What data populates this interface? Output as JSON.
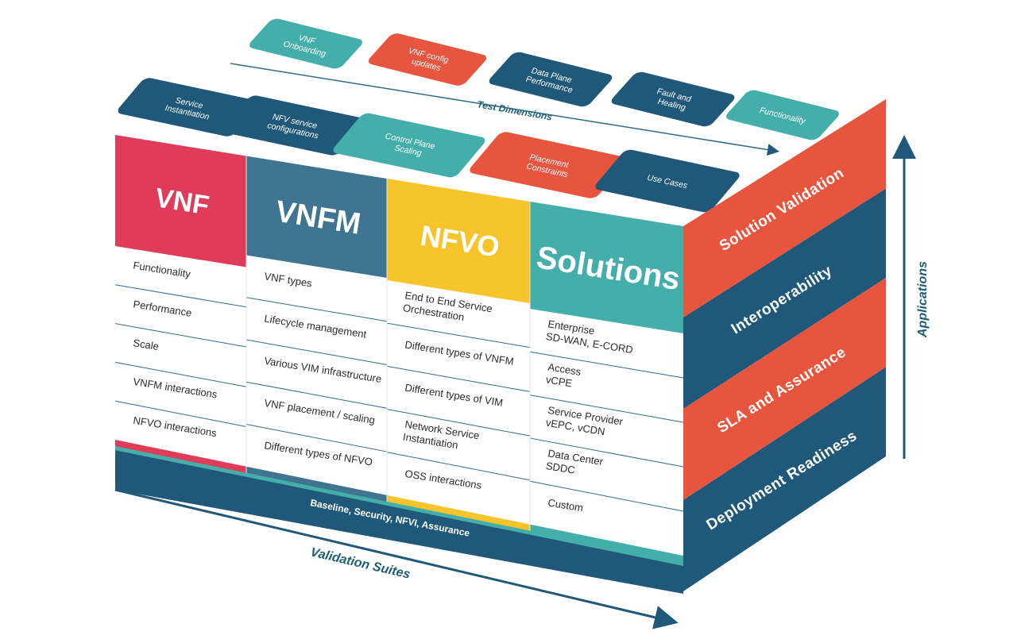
{
  "colors": {
    "red": "#e03c5a",
    "blue_gray": "#3f7590",
    "yellow": "#f7c52b",
    "teal": "#43aeaa",
    "navy": "#1f5878",
    "orange_red": "#e8553e",
    "line": "#2f6e86"
  },
  "top_tiles": [
    {
      "label_lines": [
        "VNF",
        "Onboarding"
      ],
      "color": "teal",
      "icon": "tile"
    },
    {
      "label_lines": [
        "VNF config",
        "updates"
      ],
      "color": "orange_red",
      "icon": "tile"
    },
    {
      "label_lines": [
        "Data Plane",
        "Performance"
      ],
      "color": "navy",
      "icon": "tile"
    },
    {
      "label_lines": [
        "Fault and",
        "Healing"
      ],
      "color": "navy",
      "icon": "tile"
    },
    {
      "label_lines": [
        "Functionality"
      ],
      "color": "teal",
      "icon": "tile"
    },
    {
      "label_lines": [
        "Service",
        "Instantiation"
      ],
      "color": "navy",
      "icon": "tile"
    },
    {
      "label_lines": [
        "NFV service",
        "configurations"
      ],
      "color": "navy",
      "icon": "tile"
    },
    {
      "label_lines": [
        "Control Plane",
        "Scaling"
      ],
      "color": "teal",
      "icon": "tile"
    },
    {
      "label_lines": [
        "Placement",
        "Constraints"
      ],
      "color": "orange_red",
      "icon": "tile"
    },
    {
      "label_lines": [
        "Use Cases"
      ],
      "color": "navy",
      "icon": "tile"
    }
  ],
  "test_dimensions_label": "Test Dimensions",
  "columns": [
    {
      "title": "VNF",
      "color": "red",
      "items": [
        {
          "lines": [
            "Functionality"
          ]
        },
        {
          "lines": [
            "Performance"
          ]
        },
        {
          "lines": [
            "Scale"
          ]
        },
        {
          "lines": [
            "VNFM interactions"
          ]
        },
        {
          "lines": [
            "NFVO interactions"
          ]
        }
      ]
    },
    {
      "title": "VNFM",
      "color": "blue_gray",
      "items": [
        {
          "lines": [
            "VNF types"
          ]
        },
        {
          "lines": [
            "Lifecycle management"
          ]
        },
        {
          "lines": [
            "Various VIM infrastructure"
          ]
        },
        {
          "lines": [
            "VNF placement / scaling"
          ]
        },
        {
          "lines": [
            "Different types of NFVO"
          ]
        }
      ]
    },
    {
      "title": "NFVO",
      "color": "yellow",
      "items": [
        {
          "lines": [
            "End to End Service",
            "Orchestration"
          ]
        },
        {
          "lines": [
            "Different types of VNFM"
          ]
        },
        {
          "lines": [
            "Different types of VIM"
          ]
        },
        {
          "lines": [
            "Network Service",
            "Instantiation"
          ]
        },
        {
          "lines": [
            "OSS interactions"
          ]
        }
      ]
    },
    {
      "title": "Solutions",
      "color": "teal",
      "items": [
        {
          "lines": [
            "Enterprise",
            "SD-WAN, E-CORD"
          ]
        },
        {
          "lines": [
            "Access",
            "vCPE"
          ]
        },
        {
          "lines": [
            "Service Provider",
            "vEPC, vCDN"
          ]
        },
        {
          "lines": [
            "Data Center",
            "SDDC"
          ]
        },
        {
          "lines": [
            "Custom"
          ]
        }
      ]
    }
  ],
  "baseline_label": "Baseline, Security, NFVI, Assurance",
  "side_bands": [
    {
      "label": "Solution Validation",
      "color": "orange_red"
    },
    {
      "label": "Interoperability",
      "color": "navy"
    },
    {
      "label": "SLA and Assurance",
      "color": "orange_red"
    },
    {
      "label": "Deployment Readiness",
      "color": "navy"
    }
  ],
  "x_axis_label": "Validation Suites",
  "y_axis_label": "Applications"
}
